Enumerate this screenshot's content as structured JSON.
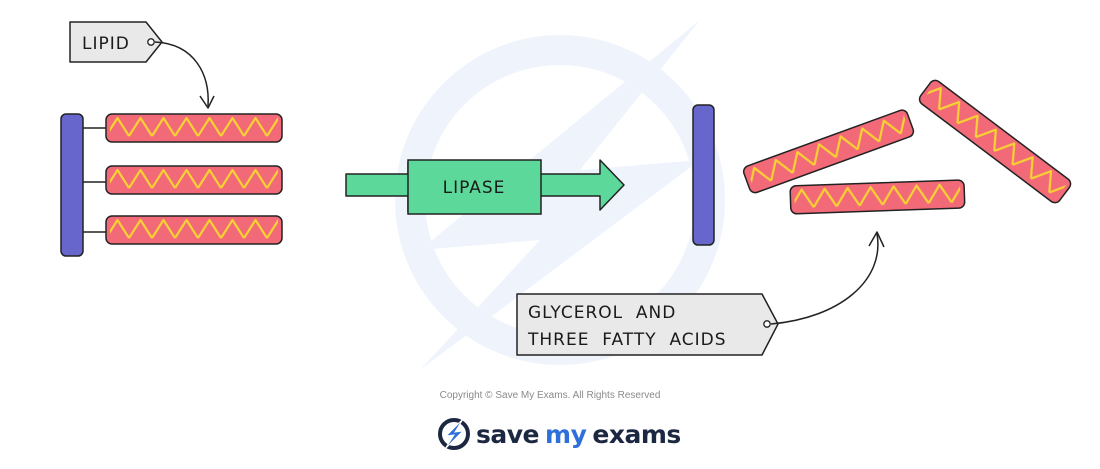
{
  "diagram": {
    "lipid_label": "LIPID",
    "enzyme_label": "LIPASE",
    "products_label_line1": "GLYCEROL  AND",
    "products_label_line2": "THREE  FATTY  ACIDS"
  },
  "footer": {
    "copyright": "Copyright © Save My Exams. All Rights Reserved",
    "brand_part1": "save",
    "brand_part2": "my",
    "brand_part3": "exams"
  },
  "colors": {
    "glycerol": "#6666cc",
    "fatty_acid": "#f26a78",
    "zigzag": "#f7d133",
    "enzyme_arrow": "#5cd99a",
    "tag_fill": "#e9e9e9",
    "brand_dark": "#1c2741",
    "brand_blue": "#2e6fd8"
  }
}
